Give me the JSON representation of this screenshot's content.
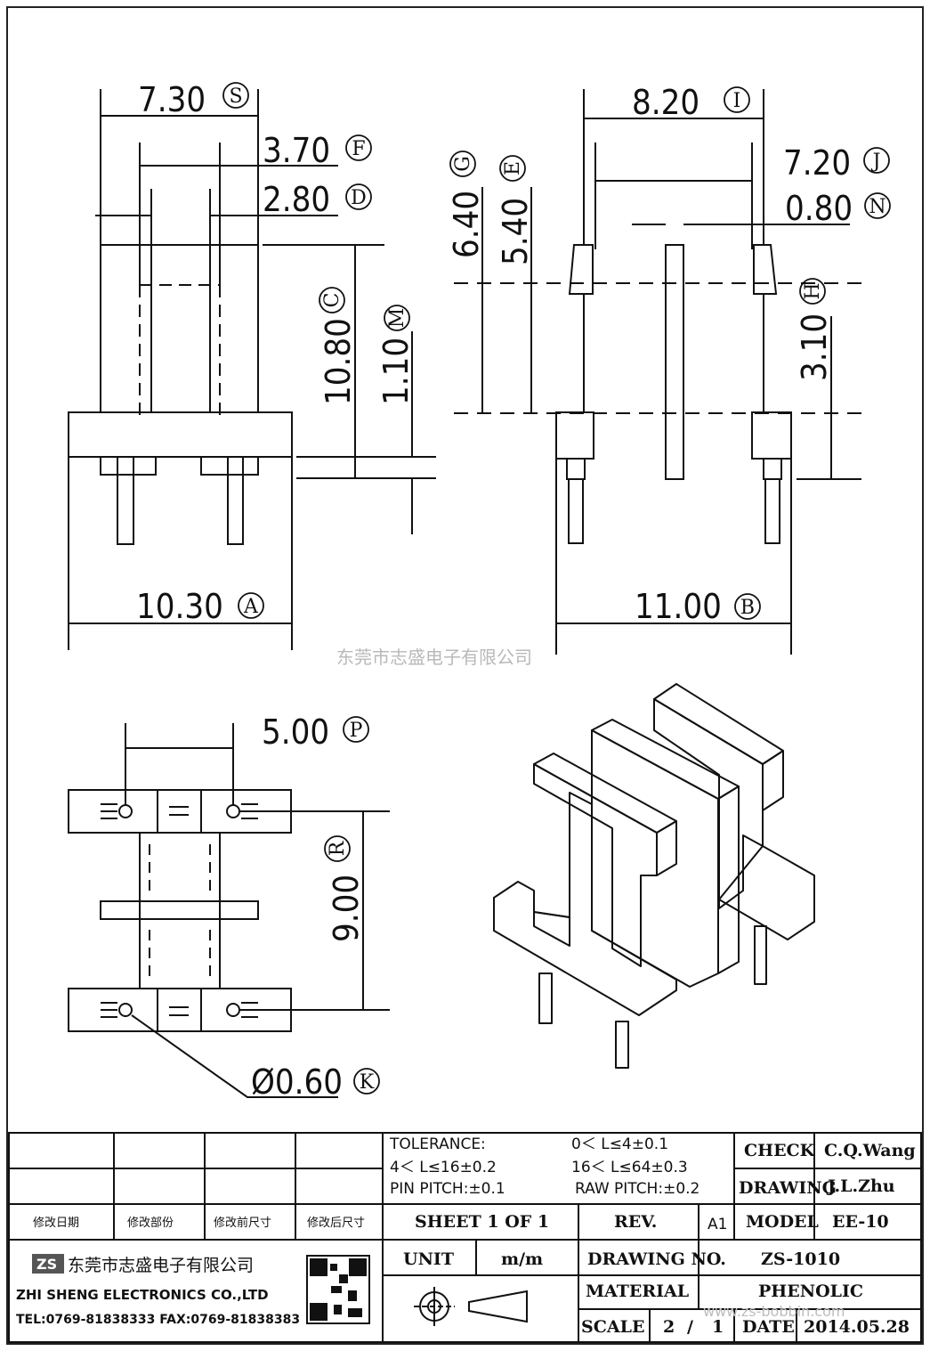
{
  "drawing": {
    "dimensions": {
      "S": {
        "value": "7.30",
        "label": "S"
      },
      "F": {
        "value": "3.70",
        "label": "F"
      },
      "D": {
        "value": "2.80",
        "label": "D"
      },
      "C": {
        "value": "10.80",
        "label": "C"
      },
      "M": {
        "value": "1.10",
        "label": "M"
      },
      "A": {
        "value": "10.30",
        "label": "A"
      },
      "I": {
        "value": "8.20",
        "label": "I"
      },
      "J": {
        "value": "7.20",
        "label": "J"
      },
      "N": {
        "value": "0.80",
        "label": "N"
      },
      "G": {
        "value": "6.40",
        "label": "G"
      },
      "E": {
        "value": "5.40",
        "label": "E"
      },
      "H": {
        "value": "3.10",
        "label": "H"
      },
      "B": {
        "value": "11.00",
        "label": "B"
      },
      "P": {
        "value": "5.00",
        "label": "P"
      },
      "R": {
        "value": "9.00",
        "label": "R"
      },
      "K": {
        "value": "Ø0.60",
        "label": "K"
      }
    },
    "watermark": "东莞市志盛电子有限公司",
    "bottom_watermark": "www.zs-bobbin.com"
  },
  "title_block": {
    "revision_headers": [
      "修改日期",
      "修改部份",
      "修改前尺寸",
      "修改后尺寸"
    ],
    "tolerance": {
      "title": "TOLERANCE:",
      "line1_left": "4＜ L≤16±0.2",
      "line1_right": "0＜ L≤4±0.1",
      "line2_right": "16＜ L≤64±0.3",
      "pin_pitch": "PIN PITCH:±0.1",
      "raw_pitch": "RAW PITCH:±0.2"
    },
    "check_label": "CHECK",
    "check_value": "C.Q.Wang",
    "drawing_label": "DRAWING",
    "drawing_value": "J.L.Zhu",
    "sheet": "SHEET 1 OF 1",
    "rev_label": "REV.",
    "rev_value": "A1",
    "model_label": "MODEL",
    "model_value": "EE-10",
    "unit_label": "UNIT",
    "unit_value": "m/m",
    "drawing_no_label": "DRAWING NO.",
    "drawing_no_value": "ZS-1010",
    "material_label": "MATERIAL",
    "material_value": "PHENOLIC",
    "scale_label": "SCALE",
    "scale_num": "2",
    "scale_sep": "/",
    "scale_den": "1",
    "date_label": "DATE",
    "date_value": "2014.05.28",
    "company_cn": "东莞市志盛电子有限公司",
    "company_en": "ZHI SHENG ELECTRONICS CO.,LTD",
    "contact": "TEL:0769-81838333 FAX:0769-81838383",
    "logo": "ZS"
  }
}
